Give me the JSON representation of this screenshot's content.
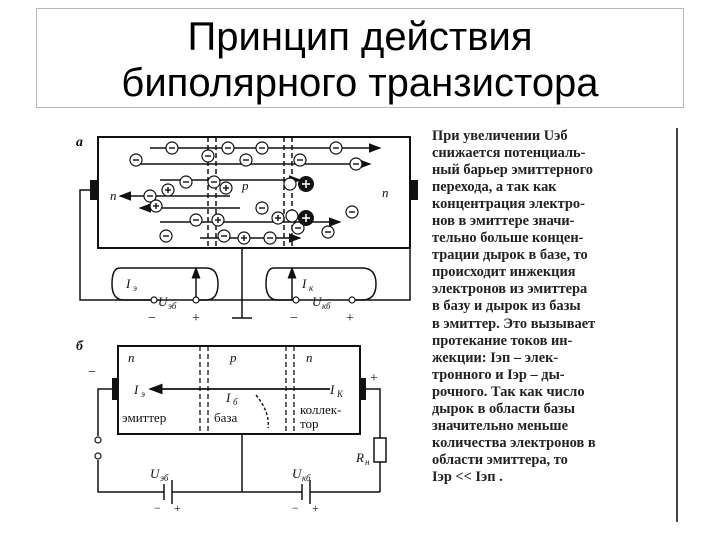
{
  "slide": {
    "title_lines": [
      "Принцип действия",
      "биполярного транзистора"
    ]
  },
  "figure_a": {
    "panel_label": "а",
    "regions": {
      "left": "n",
      "middle": "p",
      "right": "n"
    },
    "current_labels": {
      "emitter": "I",
      "emitter_sub": "э",
      "collector": "I",
      "collector_sub": "к"
    },
    "voltage_labels": {
      "ueb": "U",
      "ueb_sub": "эб",
      "ukb": "U",
      "ukb_sub": "кб"
    },
    "polarity": {
      "minus": "−",
      "plus": "+"
    }
  },
  "figure_b": {
    "panel_label": "б",
    "regions": {
      "left": "n",
      "middle": "p",
      "right": "n"
    },
    "current_labels": {
      "ie": "I",
      "ie_sub": "э",
      "ib": "I",
      "ib_sub": "б",
      "ik": "I",
      "ik_sub": "К"
    },
    "region_names": {
      "emitter": "эмиттер",
      "base": "база",
      "collector_1": "коллек-",
      "collector_2": "тор"
    },
    "voltage_labels": {
      "ueb": "U",
      "ueb_sub": "эб",
      "ukb": "U",
      "ukb_sub": "кб"
    },
    "resistor_label": "R",
    "resistor_sub": "н",
    "polarity": {
      "minus": "−",
      "plus": "+"
    }
  },
  "explanation": {
    "lines": [
      "При увеличении Uэб",
      "снижается потенциаль-",
      "ный барьер эмиттерного",
      "перехода, а так как",
      "концентрация электро-",
      "нов в эмиттере значи-",
      "тельно больше концен-",
      "трации дырок в базе, то",
      "происходит инжекция",
      "электронов из эмиттера",
      "в базу и дырок из базы",
      "в эмиттер. Это вызывает",
      "протекание токов ин-",
      "жекции: Iэп – элек-",
      "тронного и Iэр – ды-",
      "рочного. Так как число",
      "дырок в области базы",
      "значительно меньше",
      "количества электронов в",
      "области эмиттера, то",
      "Iэр << Iэп ."
    ]
  }
}
